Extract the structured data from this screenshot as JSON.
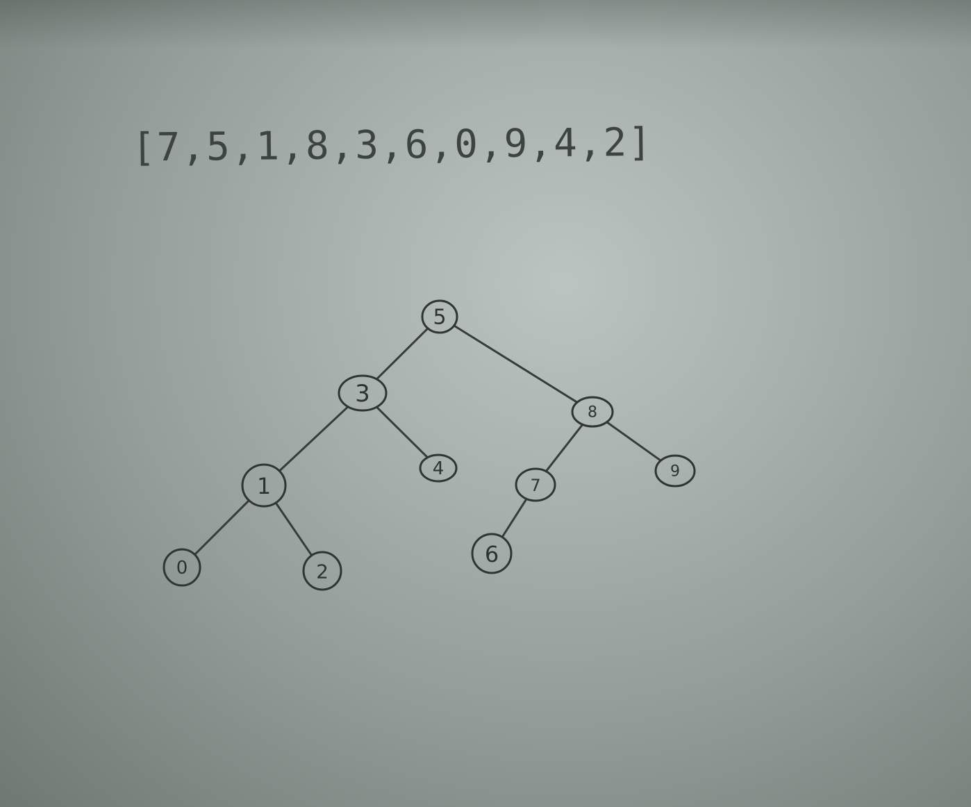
{
  "array_text": "[7,5,1,8,3,6,0,9,4,2]",
  "tree": {
    "nodes": [
      {
        "id": "n5",
        "label": "5"
      },
      {
        "id": "n3",
        "label": "3"
      },
      {
        "id": "n8",
        "label": "8"
      },
      {
        "id": "n1",
        "label": "1"
      },
      {
        "id": "n4",
        "label": "4"
      },
      {
        "id": "n7",
        "label": "7"
      },
      {
        "id": "n9",
        "label": "9"
      },
      {
        "id": "n0",
        "label": "0"
      },
      {
        "id": "n2",
        "label": "2"
      },
      {
        "id": "n6",
        "label": "6"
      }
    ],
    "edges": [
      {
        "from": "n5",
        "to": "n3"
      },
      {
        "from": "n5",
        "to": "n8"
      },
      {
        "from": "n3",
        "to": "n1"
      },
      {
        "from": "n3",
        "to": "n4"
      },
      {
        "from": "n8",
        "to": "n7"
      },
      {
        "from": "n8",
        "to": "n9"
      },
      {
        "from": "n1",
        "to": "n0"
      },
      {
        "from": "n1",
        "to": "n2"
      },
      {
        "from": "n7",
        "to": "n6"
      }
    ]
  }
}
